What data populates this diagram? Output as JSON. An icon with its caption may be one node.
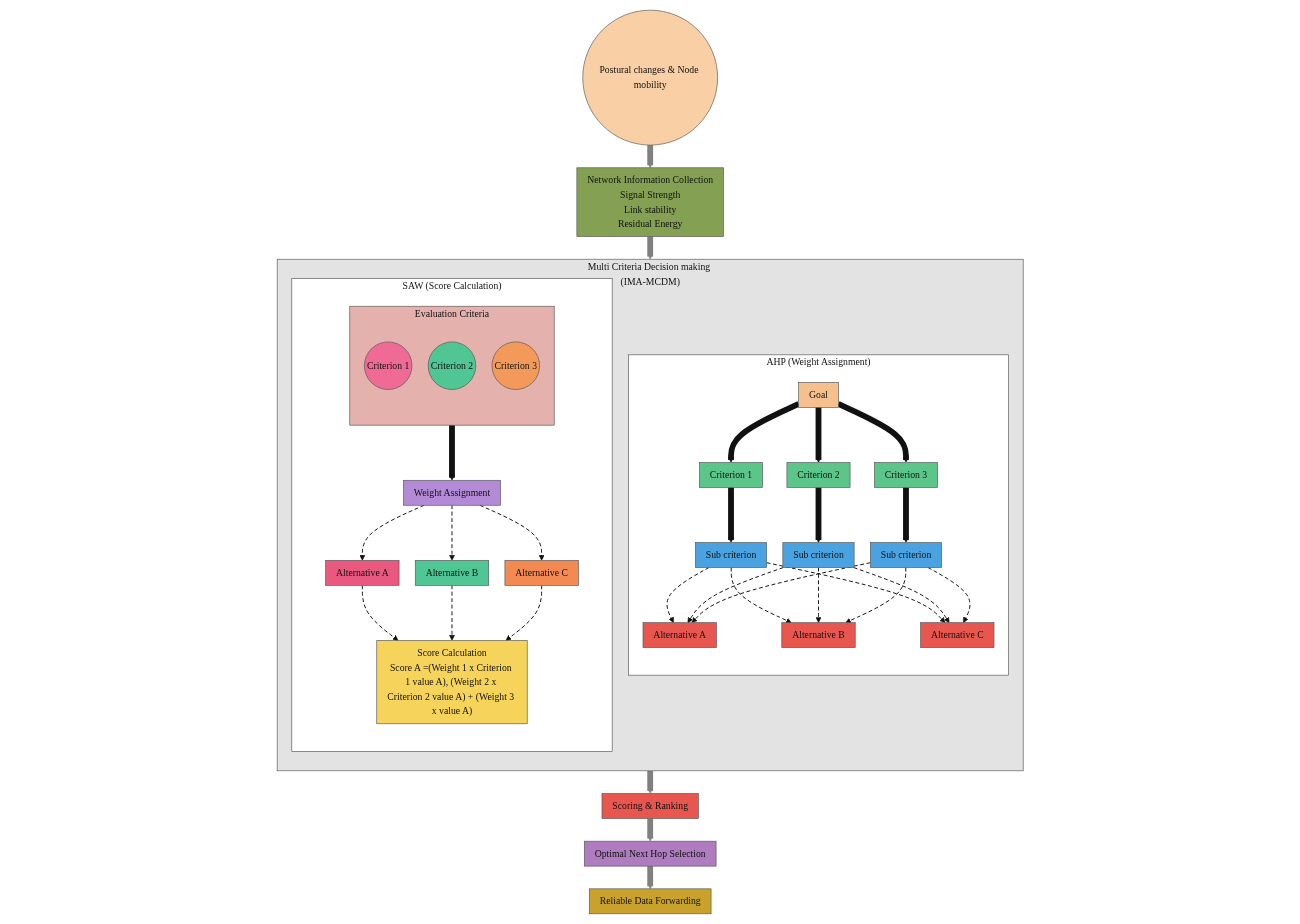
{
  "diagram": {
    "nodes": [
      {
        "text": [
          "Postural changes & Node mobility"
        ]
      },
      {
        "text": [
          "Network Information Collection",
          "Signal Strength",
          "Link stability",
          "Residual Energy"
        ]
      },
      {
        "text": [
          "Multi Criteria Decision making (IMA-MCDM)"
        ]
      },
      {
        "text": [
          "AHP (Weight Assignment)"
        ],
        "in": 2
      },
      {
        "text": [
          "Goal"
        ],
        "in": 3
      },
      {
        "text": [
          "Criterion 1"
        ],
        "in": 3
      },
      {
        "text": [
          "Criterion 2"
        ],
        "in": 3
      },
      {
        "text": [
          "Criterion 3"
        ],
        "in": 3
      },
      {
        "text": [
          "Sub criterion"
        ],
        "in": 3
      },
      {
        "text": [
          "Sub criterion"
        ],
        "in": 3
      },
      {
        "text": [
          "Sub criterion"
        ],
        "in": 3
      },
      {
        "text": [
          "Alternative A"
        ],
        "in": 3
      },
      {
        "text": [
          "Alternative B"
        ],
        "in": 3
      },
      {
        "text": [
          "Alternative C"
        ],
        "in": 3
      },
      {
        "text": [
          "SAW (Score Calculation)"
        ],
        "in": 2
      },
      {
        "text": [
          "Evaluation Criteria"
        ],
        "in": 14
      },
      {
        "text": [
          "Criterion 1"
        ],
        "in": 15
      },
      {
        "text": [
          "Criterion 2"
        ],
        "in": 15
      },
      {
        "text": [
          "Criterion 3"
        ],
        "in": 15
      },
      {
        "text": [
          "Weight Assignment"
        ],
        "in": 14
      },
      {
        "text": [
          "Alternative A"
        ],
        "in": 14
      },
      {
        "text": [
          "Alternative B"
        ],
        "in": 14
      },
      {
        "text": [
          "Alternative C"
        ],
        "in": 14
      },
      {
        "text": [
          "Score Calculation",
          "Score A =(Weight 1 x Criterion 1 value A), (Weight 2 x Criterion 2 value A) + (Weight 3 x value A)"
        ],
        "in": 14
      },
      {
        "text": [
          "Scoring & Ranking"
        ]
      },
      {
        "text": [
          "Optimal Next Hop Selection"
        ]
      },
      {
        "text": [
          "Reliable Data Forwarding"
        ]
      }
    ],
    "edges": [
      {
        "from": 0,
        "to": 1,
        "arrow": "to",
        "style": "thick",
        "color": "#808080"
      },
      {
        "from": 1,
        "to": 2,
        "arrow": "to",
        "style": "thick",
        "color": "#808080"
      },
      {
        "from": 2,
        "to": 24,
        "arrow": "to",
        "style": "thick",
        "color": "#808080"
      },
      {
        "from": 4,
        "to": 5,
        "arrow": "to",
        "style": "thick"
      },
      {
        "from": 4,
        "to": 6,
        "arrow": "to",
        "style": "thick"
      },
      {
        "from": 4,
        "to": 7,
        "arrow": "to",
        "style": "thick"
      },
      {
        "from": 5,
        "to": 8,
        "arrow": "to",
        "style": "thick"
      },
      {
        "from": 6,
        "to": 9,
        "arrow": "to",
        "style": "thick"
      },
      {
        "from": 7,
        "to": 10,
        "arrow": "to",
        "style": "thick"
      },
      {
        "from": 8,
        "to": 11,
        "arrow": "to",
        "style": "dashed"
      },
      {
        "from": 8,
        "to": 12,
        "arrow": "to",
        "style": "dashed"
      },
      {
        "from": 8,
        "to": 13,
        "arrow": "to",
        "style": "dashed"
      },
      {
        "from": 9,
        "to": 11,
        "arrow": "to",
        "style": "dashed"
      },
      {
        "from": 9,
        "to": 12,
        "arrow": "to",
        "style": "dashed"
      },
      {
        "from": 9,
        "to": 13,
        "arrow": "to",
        "style": "dashed"
      },
      {
        "from": 10,
        "to": 11,
        "arrow": "to",
        "style": "dashed"
      },
      {
        "from": 10,
        "to": 12,
        "arrow": "to",
        "style": "dashed"
      },
      {
        "from": 10,
        "to": 13,
        "arrow": "to",
        "style": "dashed"
      },
      {
        "from": 15,
        "to": 19,
        "arrow": "to",
        "style": "thick"
      },
      {
        "from": 19,
        "to": 20,
        "arrow": "to",
        "style": "dashed"
      },
      {
        "from": 19,
        "to": 21,
        "arrow": "to",
        "style": "dashed"
      },
      {
        "from": 19,
        "to": 22,
        "arrow": "to",
        "style": "dashed"
      },
      {
        "from": 20,
        "to": 23,
        "arrow": "to",
        "style": "dashed"
      },
      {
        "from": 21,
        "to": 23,
        "arrow": "to",
        "style": "dashed"
      },
      {
        "from": 22,
        "to": 23,
        "arrow": "to",
        "style": "dashed"
      },
      {
        "from": 24,
        "to": 25,
        "arrow": "to",
        "style": "thick",
        "color": "#808080"
      },
      {
        "from": 25,
        "to": 26,
        "arrow": "to",
        "style": "thick",
        "color": "#808080"
      }
    ]
  }
}
